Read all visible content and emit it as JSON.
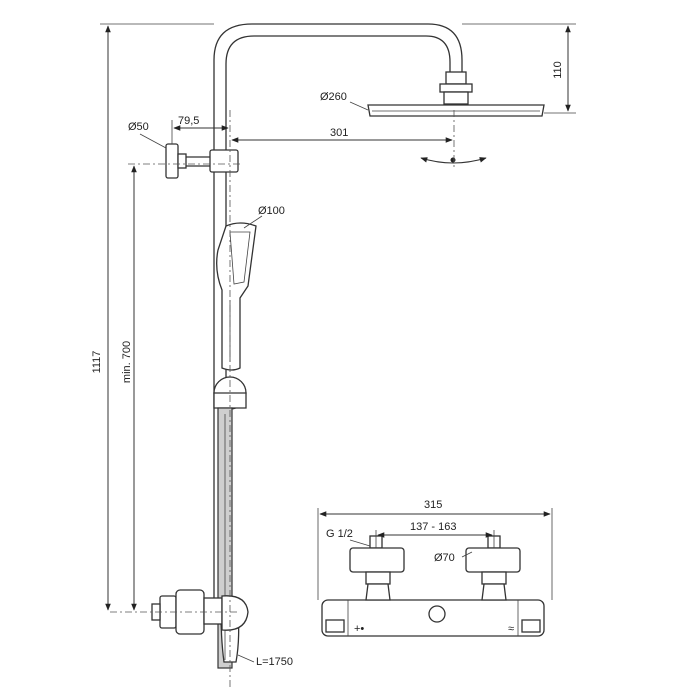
{
  "dimensions": {
    "total_height": "1117",
    "min_height": "min. 700",
    "head_drop": "110",
    "head_diameter": "Ø260",
    "arm_length": "301",
    "bracket_diameter": "Ø50",
    "bracket_offset": "79,5",
    "hand_shower_diameter": "Ø100",
    "hose_length": "L=1750",
    "mixer_width": "315",
    "connection_thread": "G 1/2",
    "centres": "137 - 163",
    "flange_diameter": "Ø70"
  }
}
